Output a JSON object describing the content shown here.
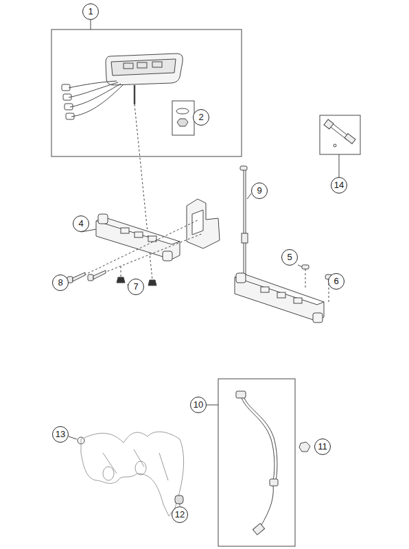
{
  "diagram": {
    "labels": [
      "1",
      "2",
      "14",
      "9",
      "4",
      "5",
      "6",
      "8",
      "7",
      "10",
      "13",
      "11",
      "12"
    ]
  }
}
